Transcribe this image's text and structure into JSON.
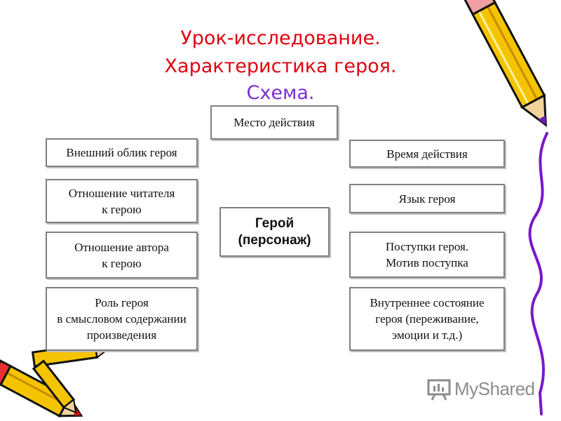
{
  "title": {
    "line1": "Урок-исследование.",
    "line2": "Характеристика героя.",
    "line3": "Схема."
  },
  "diagram": {
    "center": {
      "line1": "Герой",
      "line2": "(персонаж)"
    },
    "top": {
      "label": "Место действия"
    },
    "left": [
      {
        "lines": [
          "Внешний облик героя"
        ]
      },
      {
        "lines": [
          "Отношение читателя",
          "к герою"
        ]
      },
      {
        "lines": [
          "Отношение автора",
          "к герою"
        ]
      },
      {
        "lines": [
          "Роль героя",
          "в смысловом содержании",
          "произведения"
        ]
      }
    ],
    "right": [
      {
        "lines": [
          "Время действия"
        ]
      },
      {
        "lines": [
          "Язык героя"
        ]
      },
      {
        "lines": [
          "Поступки героя.",
          "Мотив поступка"
        ]
      },
      {
        "lines": [
          "Внутреннее состояние",
          "героя (переживание,",
          "эмоции и т.д.)"
        ]
      }
    ]
  },
  "watermark": {
    "text": "MyShared"
  },
  "colors": {
    "title": "#e00010",
    "subtitle": "#7b2fd6",
    "box_border": "#7f7f7f",
    "pencil_body": "#f5c400",
    "squiggle": "#7a18c8"
  }
}
